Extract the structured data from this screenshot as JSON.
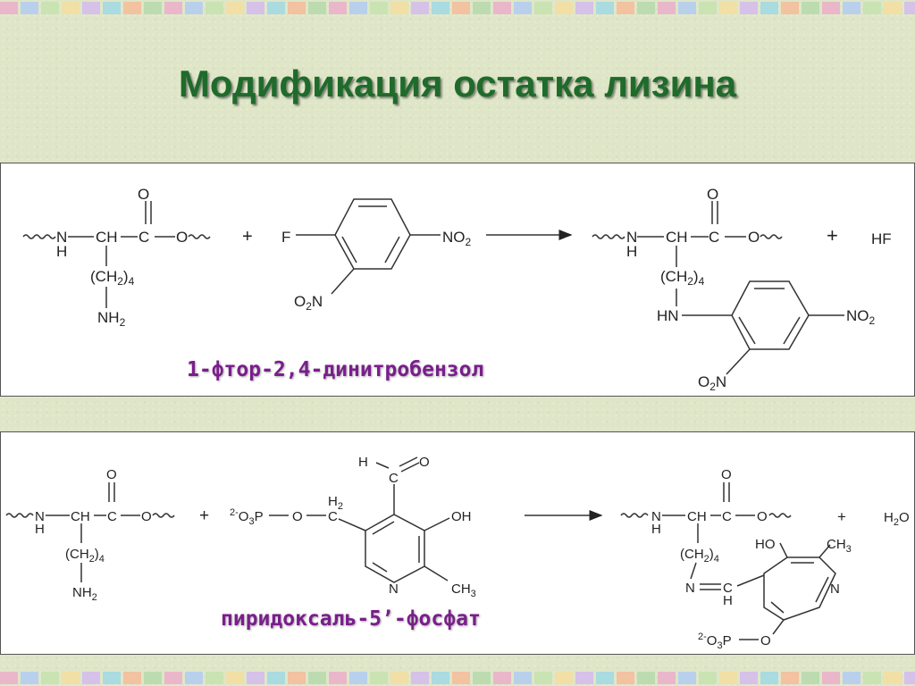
{
  "slide": {
    "title": "Модификация остатка лизина"
  },
  "reaction1": {
    "caption": "1-фтор-2,4-динитробензол",
    "plus1": "+",
    "plus2": "+",
    "byproduct": "HF",
    "lysine": {
      "nh": "N",
      "h": "H",
      "ch": "CH",
      "c": "C",
      "o_top": "O",
      "o_right": "O",
      "ch2n": "(CH",
      "sub2": "2",
      "close": ")",
      "sub4": "4",
      "nh2": "NH",
      "nh2sub": "2"
    },
    "reagent": {
      "f": "F",
      "no2": "NO",
      "no2sub": "2",
      "o2n_o": "O",
      "o2n_sub": "2",
      "o2n_n": "N"
    },
    "product": {
      "nh": "N",
      "h": "H",
      "ch": "CH",
      "c": "C",
      "o_top": "O",
      "o_right": "O",
      "ch2n": "(CH",
      "sub2": "2",
      "close": ")",
      "sub4": "4",
      "hn": "HN",
      "no2": "NO",
      "no2sub": "2",
      "o2n_o": "O",
      "o2n_sub": "2",
      "o2n_n": "N"
    }
  },
  "reaction2": {
    "caption": "пиридоксаль-5’-фосфат",
    "plus1": "+",
    "plus2": "+",
    "byproduct_h": "H",
    "byproduct_sub": "2",
    "byproduct_o": "O",
    "lysine": {
      "nh": "N",
      "h": "H",
      "ch": "CH",
      "c": "C",
      "o_top": "O",
      "o_right": "O",
      "ch2n": "(CH",
      "sub2": "2",
      "close": ")",
      "sub4": "4",
      "nh2": "NH",
      "nh2sub": "2"
    },
    "reagent": {
      "charge": "2-",
      "o3p": "O",
      "o3p_sub": "3",
      "p": "P",
      "o": "O",
      "h2": "H",
      "h2sub": "2",
      "c": "C",
      "ald_h": "H",
      "ald_c": "C",
      "ald_o": "O",
      "oh": "OH",
      "n": "N",
      "ch3": "CH",
      "ch3sub": "3"
    },
    "product": {
      "nh": "N",
      "h": "H",
      "ch": "CH",
      "c": "C",
      "o_top": "O",
      "o_right": "O",
      "ch2n": "(CH",
      "sub2": "2",
      "close": ")",
      "sub4": "4",
      "n_imine": "N",
      "c_imine": "C",
      "h_imine": "H",
      "ho": "HO",
      "ch3": "CH",
      "ch3sub": "3",
      "n_ring": "N",
      "o_link": "O",
      "charge": "2-",
      "o3p": "O",
      "o3p_sub": "3",
      "p": "P"
    }
  }
}
